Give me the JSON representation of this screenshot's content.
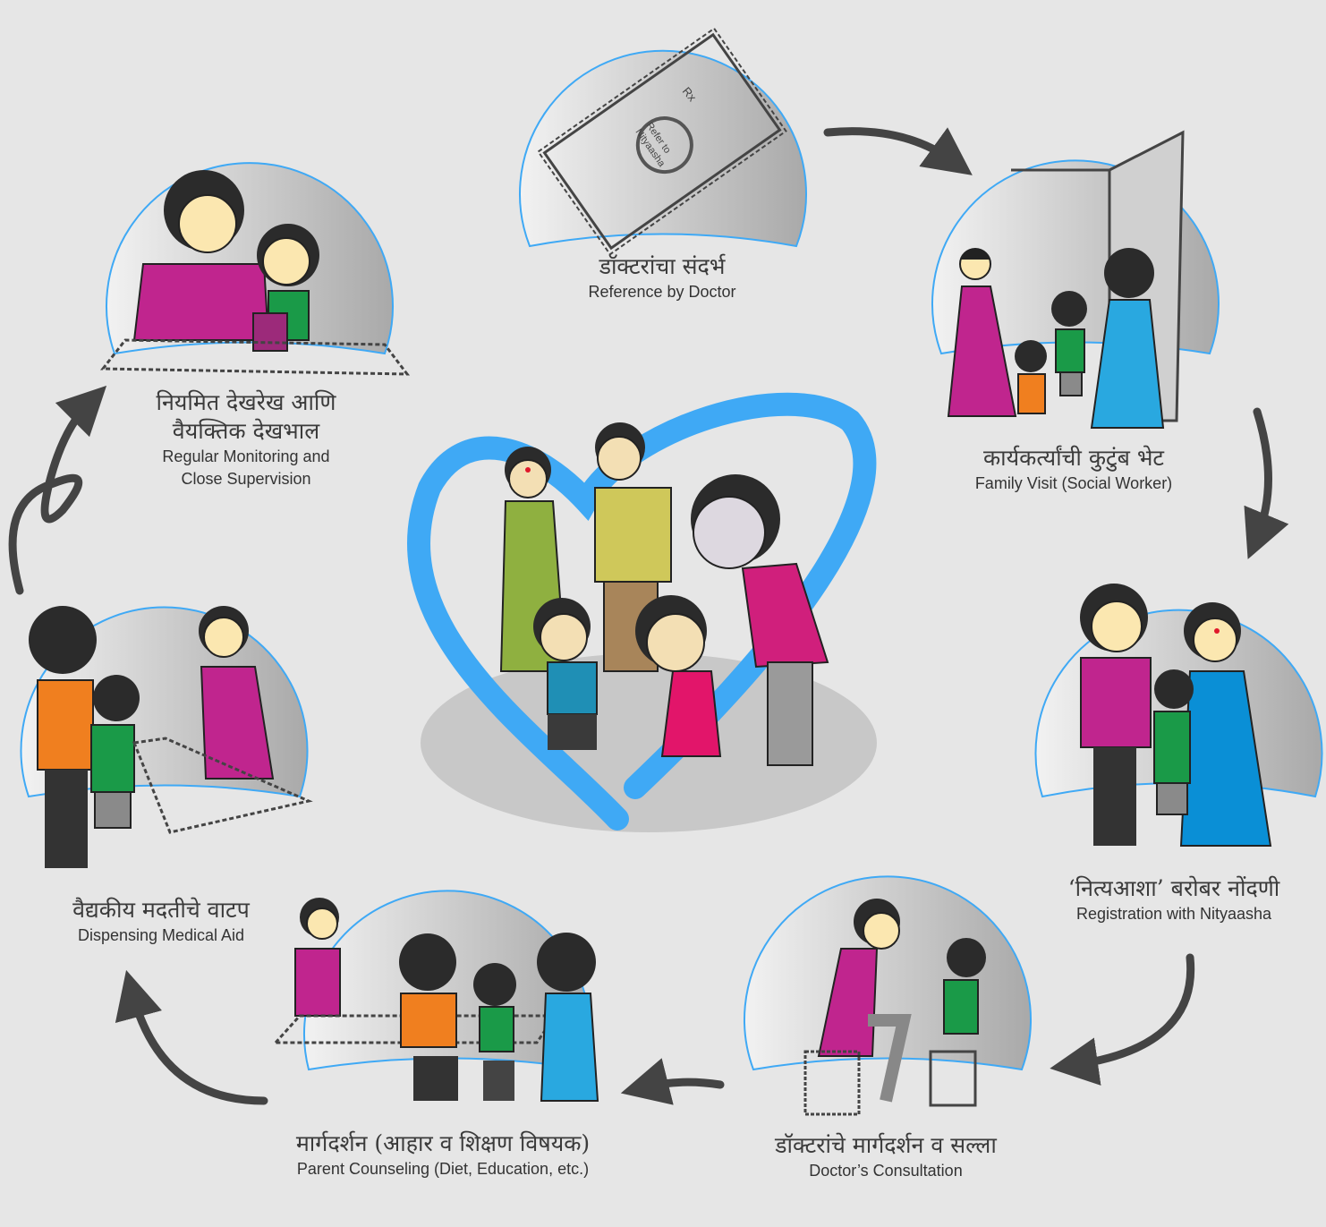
{
  "steps": [
    {
      "marathi": "डॉक्टरांचा संदर्भ",
      "english": "Reference by Doctor",
      "props": {
        "rx": "Rx",
        "stamp_line1": "Refer to",
        "stamp_line2": "Nityaasha"
      }
    },
    {
      "marathi": "कार्यकर्त्यांची कुटुंब भेट",
      "english": "Family Visit (Social Worker)"
    },
    {
      "marathi": "‘नित्यआशा’ बरोबर नोंदणी",
      "english": "Registration with Nityaasha"
    },
    {
      "marathi": "डॉक्टरांचे मार्गदर्शन व सल्ला",
      "english": "Doctor’s Consultation"
    },
    {
      "marathi": "मार्गदर्शन (आहार व शिक्षण विषयक)",
      "english": "Parent Counseling (Diet, Education, etc.)"
    },
    {
      "marathi": "वैद्यकीय मदतीचे वाटप",
      "english": "Dispensing Medical Aid"
    },
    {
      "marathi_line1": "नियमित देखरेख आणि",
      "marathi_line2": "वैयक्तिक देखभाल",
      "english_line1": "Regular Monitoring and",
      "english_line2": "Close Supervision"
    }
  ],
  "colors": {
    "background": "#e6e6e6",
    "accent_blue": "#3fa9f5",
    "magenta": "#c0258e",
    "green": "#1a9a48",
    "orange": "#f07f1f",
    "arrow": "#444444"
  }
}
